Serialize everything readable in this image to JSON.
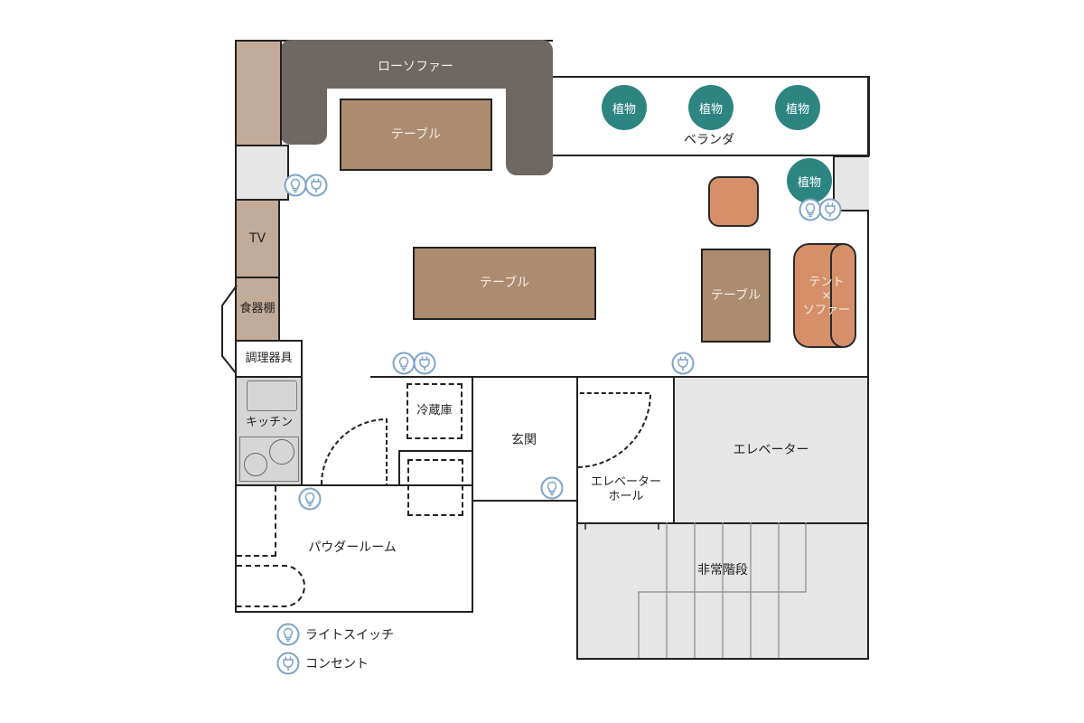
{
  "colors": {
    "wall": "#222222",
    "sofa": "#6f6763",
    "table": "#ad8b6f",
    "shelf": "#c3ab99",
    "plant": "#2d8582",
    "orange_furniture": "#d5906a",
    "grey_area": "#e6e6e6",
    "kitchen": "#d6d6d6",
    "icon_blue": "#7ea4c8"
  },
  "rooms": {
    "low_sofa": "ローソファー",
    "table_top": "テーブル",
    "table_center": "テーブル",
    "table_right": "テーブル",
    "veranda": "ベランダ",
    "plants": [
      "植物",
      "植物",
      "植物",
      "植物"
    ],
    "tent_sofa": [
      "テント",
      "×",
      "ソファー"
    ],
    "tv": "TV",
    "dish_cabinet": "食器棚",
    "cookware": "調理器具",
    "kitchen": "キッチン",
    "fridge": "冷蔵庫",
    "entrance": "玄関",
    "elevator_hall": [
      "エレベーター",
      "ホール"
    ],
    "elevator": "エレベーター",
    "powder_room": "パウダールーム",
    "emergency_stairs": "非常階段"
  },
  "legend": {
    "light_switch": "ライトスイッチ",
    "outlet": "コンセント"
  }
}
